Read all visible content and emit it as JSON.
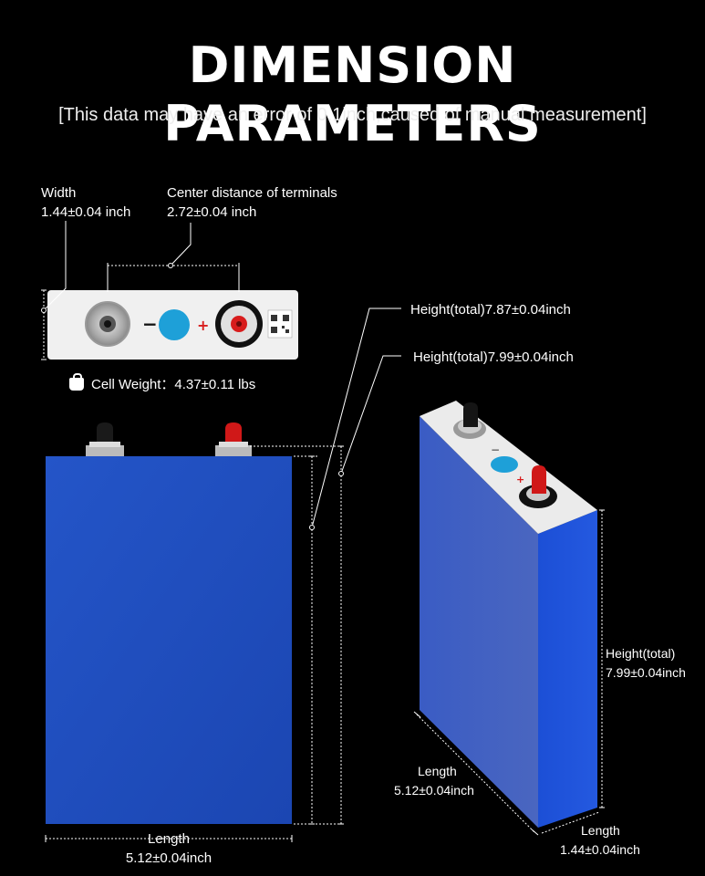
{
  "header": {
    "title": "DIMENSION PARAMETERS",
    "subtitle": "[This data may have an error of 0.1inch,caused of manual measurement]"
  },
  "top_view": {
    "width_label": "Width",
    "width_value": "1.44±0.04 inch",
    "terminals_label": "Center distance of terminals",
    "terminals_value": "2.72±0.04 inch",
    "minus_sign": "−",
    "plus_sign": "+"
  },
  "cell_weight": {
    "icon": "weight-bag-icon",
    "text": "Cell Weight：4.37±0.11 lbs"
  },
  "front_view": {
    "height_total_1": "Height(total)7.87±0.04inch",
    "height_total_2": "Height(total)7.99±0.04inch",
    "length_label": "Length",
    "length_value": "5.12±0.04inch"
  },
  "iso_view": {
    "height_label": "Height(total)",
    "height_value": "7.99±0.04inch",
    "length_label": "Length",
    "length_value": "5.12±0.04inch",
    "width_label": "Length",
    "width_value": "1.44±0.04inch"
  },
  "colors": {
    "background": "#000000",
    "cell_blue": "#1f4fbf",
    "vent_blue": "#1ea0d8",
    "terminal_red": "#d81c1c"
  }
}
